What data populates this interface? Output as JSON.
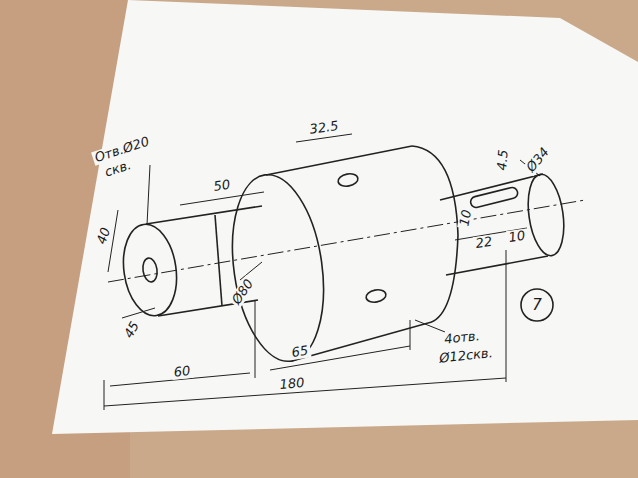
{
  "diagram": {
    "labels": [
      "Отв.Ø20",
      "скв.",
      "40",
      "45",
      "50",
      "Ø80",
      "60",
      "65",
      "180",
      "32.5",
      "4.5",
      "Ø34",
      "10",
      "22",
      "10",
      "4отв.",
      "Ø12скв.",
      "7"
    ]
  }
}
